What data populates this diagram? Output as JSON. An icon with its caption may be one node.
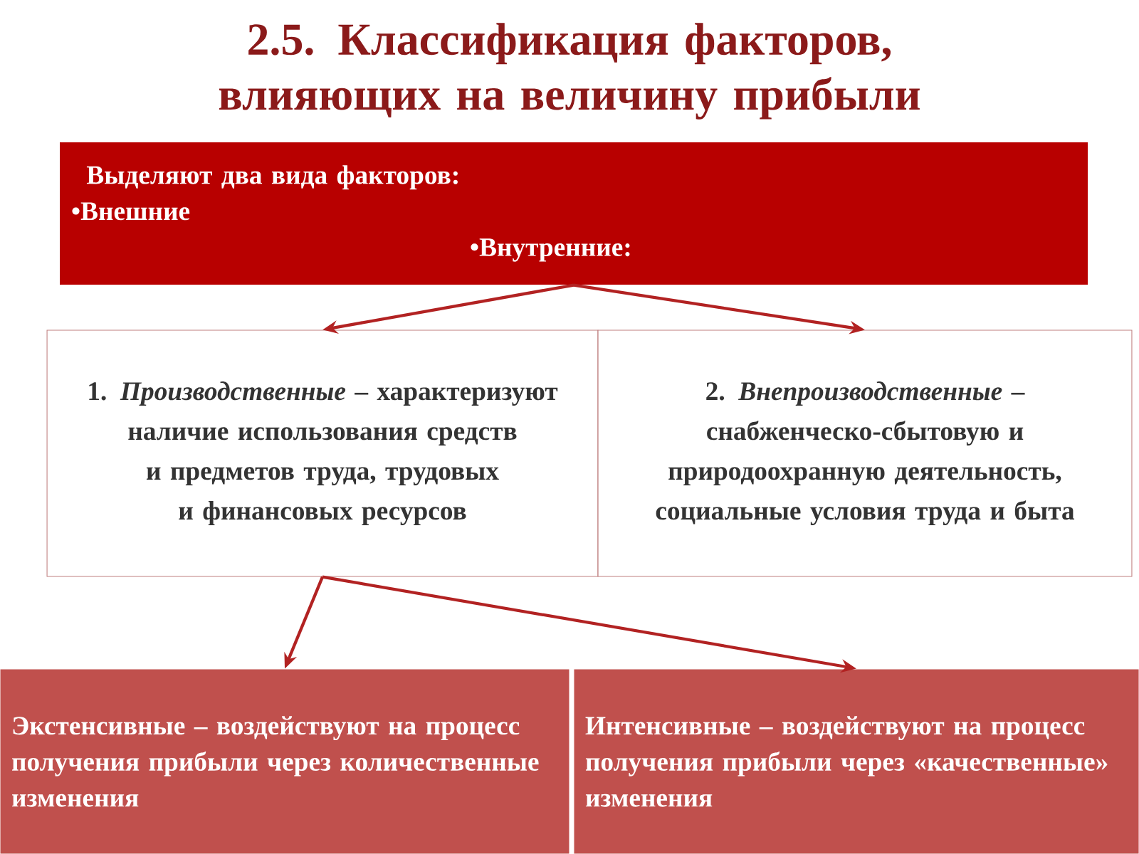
{
  "diagram": {
    "title": "2.5. Классификация факторов, влияющих на величину прибыли",
    "nodes": [
      {
        "text": [
          "Выделяют два вида факторов:",
          "•Внешние",
          "•Внутренние:"
        ]
      },
      {
        "text": [
          "1. *Производственные* – характеризуют наличие использования средств и предметов труда, трудовых и финансовых ресурсов"
        ]
      },
      {
        "text": [
          "2. *Внепроизводственные* – снабженческо-сбытовую и природоохранную деятельность, социальные условия труда и быта"
        ]
      },
      {
        "text": [
          "Экстенсивные – воздействуют на процесс получения прибыли через количественные изменения"
        ]
      },
      {
        "text": [
          "Интенсивные – воздействуют на процесс получения прибыли через «качественные» изменения"
        ]
      }
    ],
    "edges": [
      {
        "from": 0,
        "to": 1,
        "arrow": "to"
      },
      {
        "from": 0,
        "to": 2,
        "arrow": "to"
      },
      {
        "from": 1,
        "to": 3,
        "arrow": "to"
      },
      {
        "from": 1,
        "to": 4,
        "arrow": "to"
      }
    ]
  }
}
